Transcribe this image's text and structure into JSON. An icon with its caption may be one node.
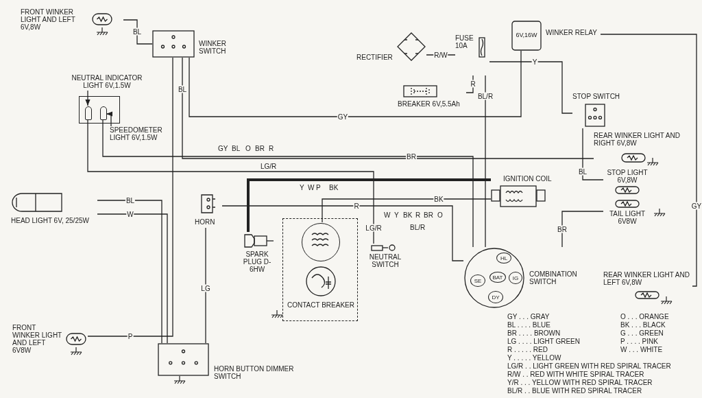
{
  "diagram": {
    "nodes": [
      {
        "text": [
          "FRONT WINKER LIGHT AND LEFT 6V,8W"
        ]
      },
      {
        "text": [
          "WINKER SWITCH"
        ]
      },
      {
        "text": [],
        "shape": "box"
      },
      {
        "text": [],
        "shape": "bulb",
        "in": 2
      },
      {
        "text": [],
        "shape": "bulb",
        "in": 2
      },
      {
        "text": [
          "NEUTRAL INDICATOR LIGHT 6V,1.5W"
        ]
      },
      {
        "text": [
          "SPEEDOMETER LIGHT 6V,1.5W"
        ]
      },
      {
        "text": [
          "HEAD LIGHT 6V, 25/25W"
        ]
      },
      {
        "text": [
          "HORN"
        ]
      },
      {
        "text": [
          "HORN BUTTON DIMMER SWITCH"
        ]
      },
      {
        "text": [
          "FRONT WINKER LIGHT AND LEFT 6V8W"
        ]
      },
      {
        "text": [
          "RECTIFIER"
        ]
      },
      {
        "text": [
          "FUSE 10A"
        ]
      },
      {
        "text": [
          "BREAKER 6V,5.5Ah"
        ]
      },
      {
        "text": [
          "6V,16W",
          "WINKER RELAY"
        ]
      },
      {
        "text": [
          "STOP SWITCH"
        ]
      },
      {
        "text": [
          "REAR WINKER LIGHT AND RIGHT 6V,8W"
        ]
      },
      {
        "text": [
          "STOP LIGHT 6V,8W"
        ]
      },
      {
        "text": [
          "TAIL LIGHT 6V8W"
        ]
      },
      {
        "text": [
          "REAR WINKER LIGHT AND LEFT 6V,8W"
        ]
      },
      {
        "text": [
          "IGNITION COIL"
        ]
      },
      {
        "text": [
          "SPARK PLUG D-6HW"
        ]
      },
      {
        "text": [],
        "shape": "box"
      },
      {
        "text": [],
        "shape": "circle",
        "in": 22
      },
      {
        "text": [
          "CONTACT BREAKER"
        ],
        "in": 22
      },
      {
        "text": [
          "NEUTRAL SWITCH"
        ]
      },
      {
        "text": [
          "COMBINATION SWITCH"
        ]
      },
      {
        "text": [
          "HL"
        ],
        "in": 26
      },
      {
        "text": [
          "IG"
        ],
        "in": 26
      },
      {
        "text": [
          "BAT"
        ],
        "in": 26
      },
      {
        "text": [
          "SE"
        ],
        "in": 26
      },
      {
        "text": [
          "DY"
        ],
        "in": 26
      }
    ],
    "edges": [
      {
        "from": 1,
        "to": 0,
        "arrow": "none",
        "label": "BL"
      },
      {
        "from": 1,
        "to": 10,
        "arrow": "none",
        "label": "P"
      },
      {
        "from": 1,
        "to": 14,
        "arrow": "none",
        "label": "GY"
      },
      {
        "from": 1,
        "to": 16,
        "arrow": "none",
        "label": "BL"
      },
      {
        "from": 3,
        "to": 25,
        "arrow": "none",
        "label": "LG/R"
      },
      {
        "from": 4,
        "to": 26,
        "arrow": "none",
        "label": "BR"
      },
      {
        "from": 7,
        "to": 9,
        "arrow": "none",
        "label": "BL"
      },
      {
        "from": 7,
        "to": 9,
        "arrow": "none",
        "label": "W"
      },
      {
        "from": 8,
        "to": 9,
        "arrow": "none",
        "label": "LG"
      },
      {
        "from": 8,
        "to": 26,
        "arrow": "none",
        "label": "R"
      },
      {
        "from": 11,
        "to": 12,
        "arrow": "none",
        "label": "R/W"
      },
      {
        "from": 13,
        "to": 12,
        "arrow": "none",
        "label": "R"
      },
      {
        "from": 12,
        "to": 26,
        "arrow": "none",
        "label": "BL/R"
      },
      {
        "from": 12,
        "to": 15,
        "arrow": "none",
        "label": "Y"
      },
      {
        "from": 14,
        "to": 19,
        "arrow": "none",
        "label": "GY"
      },
      {
        "from": 15,
        "to": 17,
        "arrow": "none",
        "label": "BL"
      },
      {
        "from": 20,
        "to": 21,
        "arrow": "none",
        "style": "thick"
      },
      {
        "from": 23,
        "to": 20,
        "arrow": "none",
        "label": "BK"
      },
      {
        "from": 26,
        "to": 18,
        "arrow": "none",
        "label": "BR"
      },
      {
        "from": 5,
        "to": 3,
        "arrow": "to"
      },
      {
        "from": 6,
        "to": 4,
        "arrow": "to"
      }
    ],
    "labels": [
      "GY",
      "BL",
      "O",
      "BR",
      "R",
      "LG/R",
      "Y",
      "W",
      "P",
      "BK",
      "W",
      "Y",
      "BK",
      "R",
      "BR",
      "O",
      "BL/R",
      "GY . . . GRAY",
      "BL . . . . BLUE",
      "BR . . . . BROWN",
      "LG . . . . LIGHT GREEN",
      "R . . . . . RED",
      "Y . . . . . YELLOW",
      "LG/R . . LIGHT GREEN WITH RED SPIRAL TRACER",
      "R/W . . RED WITH WHITE SPIRAL TRACER",
      "Y/R . . . YELLOW WITH RED SPIRAL TRACER",
      "BL/R . . BLUE WITH RED SPIRAL TRACER",
      "O . . . ORANGE",
      "BK . . . BLACK",
      "G . . . GREEN",
      "P . . . . PINK",
      "W . . . WHITE"
    ]
  }
}
